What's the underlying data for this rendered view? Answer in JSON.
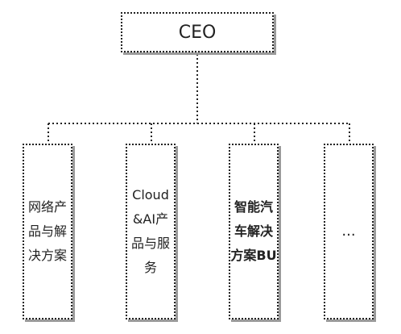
{
  "root": {
    "label": "CEO"
  },
  "children": [
    {
      "label": "网络产品与解决方案"
    },
    {
      "label": "Cloud &AI产品与服务"
    },
    {
      "label": "智能汽车解决方案BU"
    },
    {
      "label": "..."
    }
  ],
  "colors": {
    "line": "#222222",
    "shadow": "#9a9a9a"
  }
}
